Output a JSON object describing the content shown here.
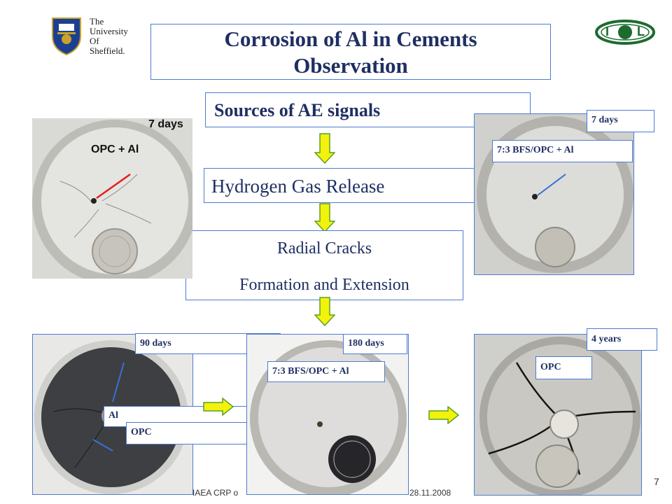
{
  "title": {
    "line1": "Corrosion of Al in Cements",
    "line2": "Observation"
  },
  "flow": {
    "step1": "Sources of AE signals",
    "step2": "Hydrogen Gas Release",
    "step3_line1": "Radial Cracks",
    "step3_line2": "Formation and Extension"
  },
  "photos": {
    "p1": {
      "days": "7 days",
      "sample": "OPC + Al"
    },
    "p2": {
      "days": "7 days",
      "sample": "7:3 BFS/OPC + Al"
    },
    "p3": {
      "days": "90 days",
      "al": "Al",
      "opc": "OPC"
    },
    "p4": {
      "days": "180 days",
      "sample": "7:3 BFS/OPC + Al"
    },
    "p5": {
      "days": "4 years",
      "sample": "OPC"
    }
  },
  "logos": {
    "univ_line1": "The",
    "univ_line2": "University",
    "univ_line3": "Of",
    "univ_line4": "Sheffield.",
    "isl_text": "ISL"
  },
  "footer": {
    "left": "IAEA CRP o",
    "right": "28.11.2008"
  },
  "page_number": "7",
  "colors": {
    "title": "#1f2f63",
    "box_border": "#4f7bd1",
    "arrow_fill": "#f2f20a",
    "arrow_stroke": "#5aa02c"
  }
}
